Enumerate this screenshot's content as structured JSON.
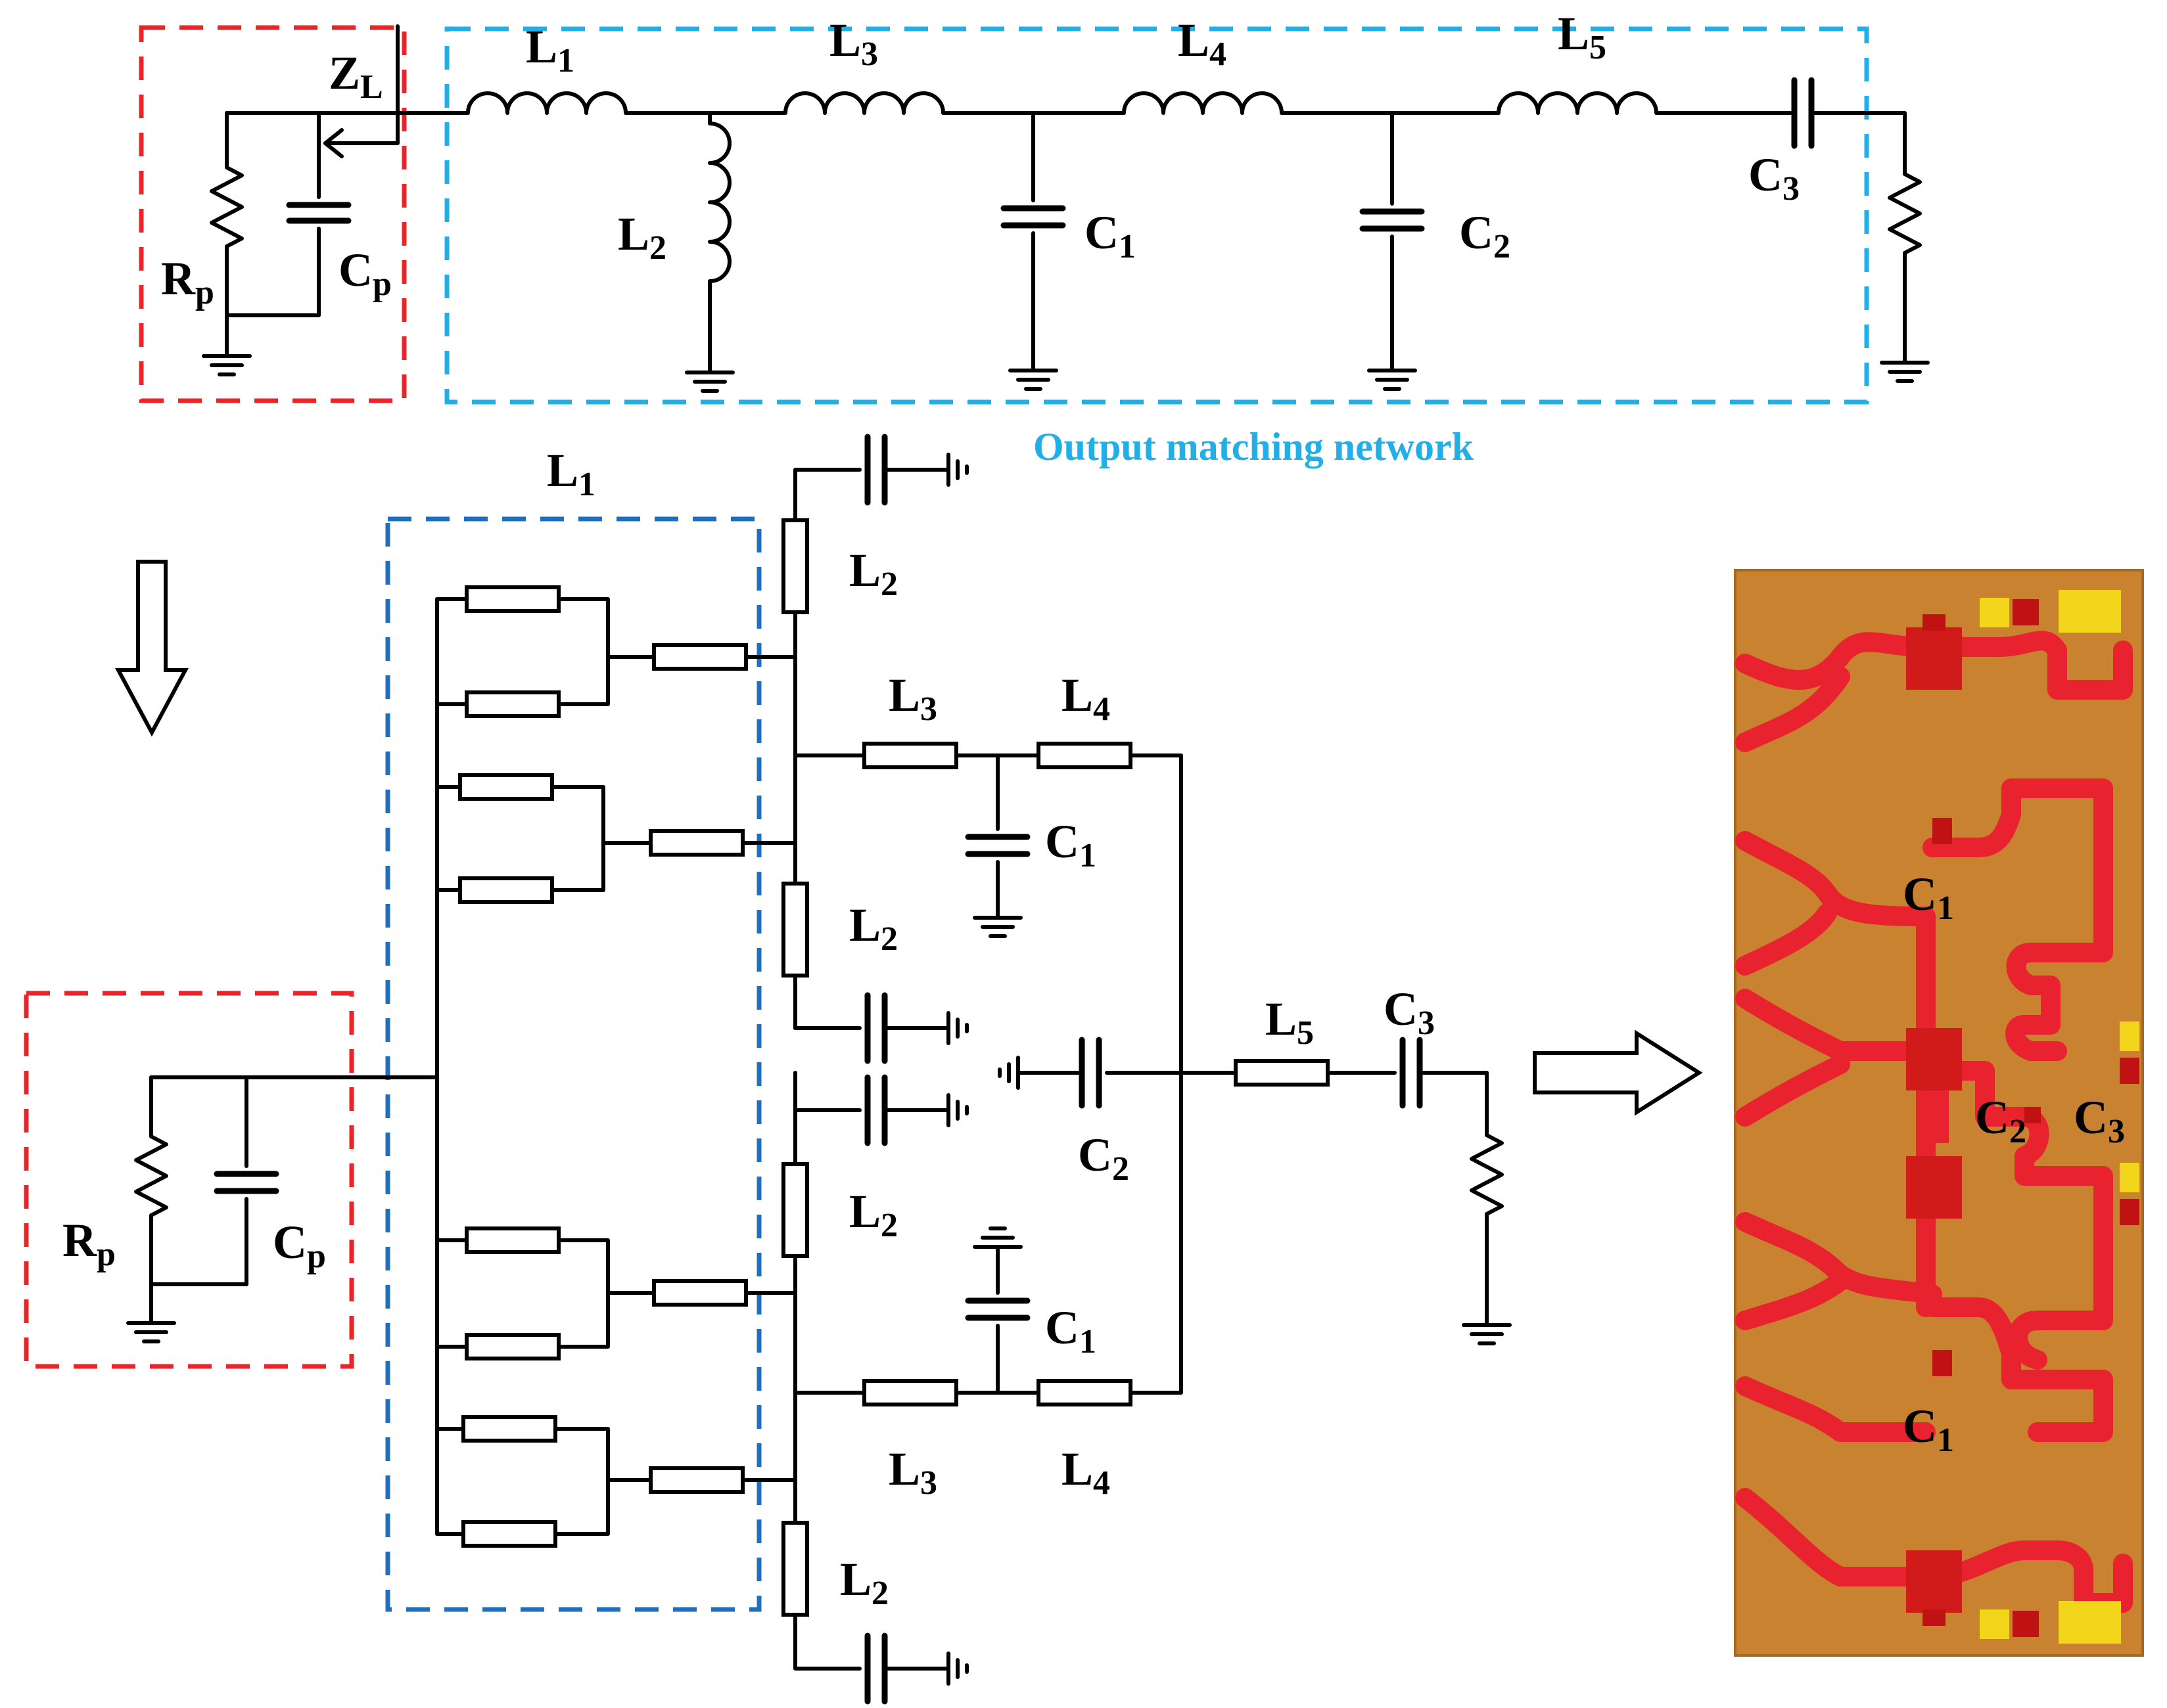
{
  "colors": {
    "device_box": "#e8262a",
    "matching_box": "#23aee6",
    "l1_box": "#1f6fc0",
    "caption": "#23aee6",
    "chip_substrate": "#c9822f",
    "chip_trace": "#e8222e",
    "chip_pad": "#f3d51c"
  },
  "caption": "Output matching network",
  "top": {
    "zl": {
      "main": "Z",
      "sub": "L"
    },
    "l1": {
      "main": "L",
      "sub": "1"
    },
    "l2": {
      "main": "L",
      "sub": "2"
    },
    "l3": {
      "main": "L",
      "sub": "3"
    },
    "l4": {
      "main": "L",
      "sub": "4"
    },
    "l5": {
      "main": "L",
      "sub": "5"
    },
    "c1": {
      "main": "C",
      "sub": "1"
    },
    "c2": {
      "main": "C",
      "sub": "2"
    },
    "c3": {
      "main": "C",
      "sub": "3"
    },
    "rp": {
      "main": "R",
      "sub": "p"
    },
    "cp": {
      "main": "C",
      "sub": "p"
    }
  },
  "bottom": {
    "l1": {
      "main": "L",
      "sub": "1"
    },
    "l2a": {
      "main": "L",
      "sub": "2"
    },
    "l2b": {
      "main": "L",
      "sub": "2"
    },
    "l2c": {
      "main": "L",
      "sub": "2"
    },
    "l2d": {
      "main": "L",
      "sub": "2"
    },
    "l3a": {
      "main": "L",
      "sub": "3"
    },
    "l4a": {
      "main": "L",
      "sub": "4"
    },
    "l3b": {
      "main": "L",
      "sub": "3"
    },
    "l4b": {
      "main": "L",
      "sub": "4"
    },
    "c1a": {
      "main": "C",
      "sub": "1"
    },
    "c1b": {
      "main": "C",
      "sub": "1"
    },
    "c2": {
      "main": "C",
      "sub": "2"
    },
    "c3": {
      "main": "C",
      "sub": "3"
    },
    "l5": {
      "main": "L",
      "sub": "5"
    },
    "rp": {
      "main": "R",
      "sub": "p"
    },
    "cp": {
      "main": "C",
      "sub": "p"
    }
  },
  "chip": {
    "c1a": {
      "main": "C",
      "sub": "1"
    },
    "c1b": {
      "main": "C",
      "sub": "1"
    },
    "c2": {
      "main": "C",
      "sub": "2"
    },
    "c3": {
      "main": "C",
      "sub": "3"
    }
  }
}
